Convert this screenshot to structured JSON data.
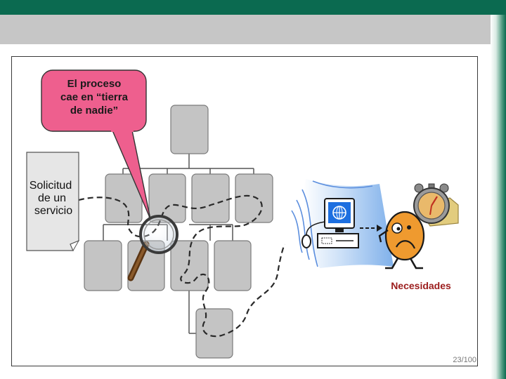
{
  "callout": {
    "line1": "El proceso",
    "line2": "cae en “tierra",
    "line3": "de nadie”"
  },
  "document": {
    "line1": "Solicitud",
    "line2": "de un",
    "line3": "servicio"
  },
  "needs_label": "Necesidades",
  "page_number": "23/100",
  "colors": {
    "top_band": "#0b6a50",
    "callout_fill": "#ee5f8e",
    "box_fill": "#c4c4c4",
    "needs_text": "#9b1c1c",
    "person_body": "#ef9a2f",
    "screen_blue": "#1d6fe0"
  },
  "icons": [
    "magnifier-icon",
    "computer-icon",
    "alarm-clock-icon",
    "worried-person-icon",
    "document-icon"
  ]
}
